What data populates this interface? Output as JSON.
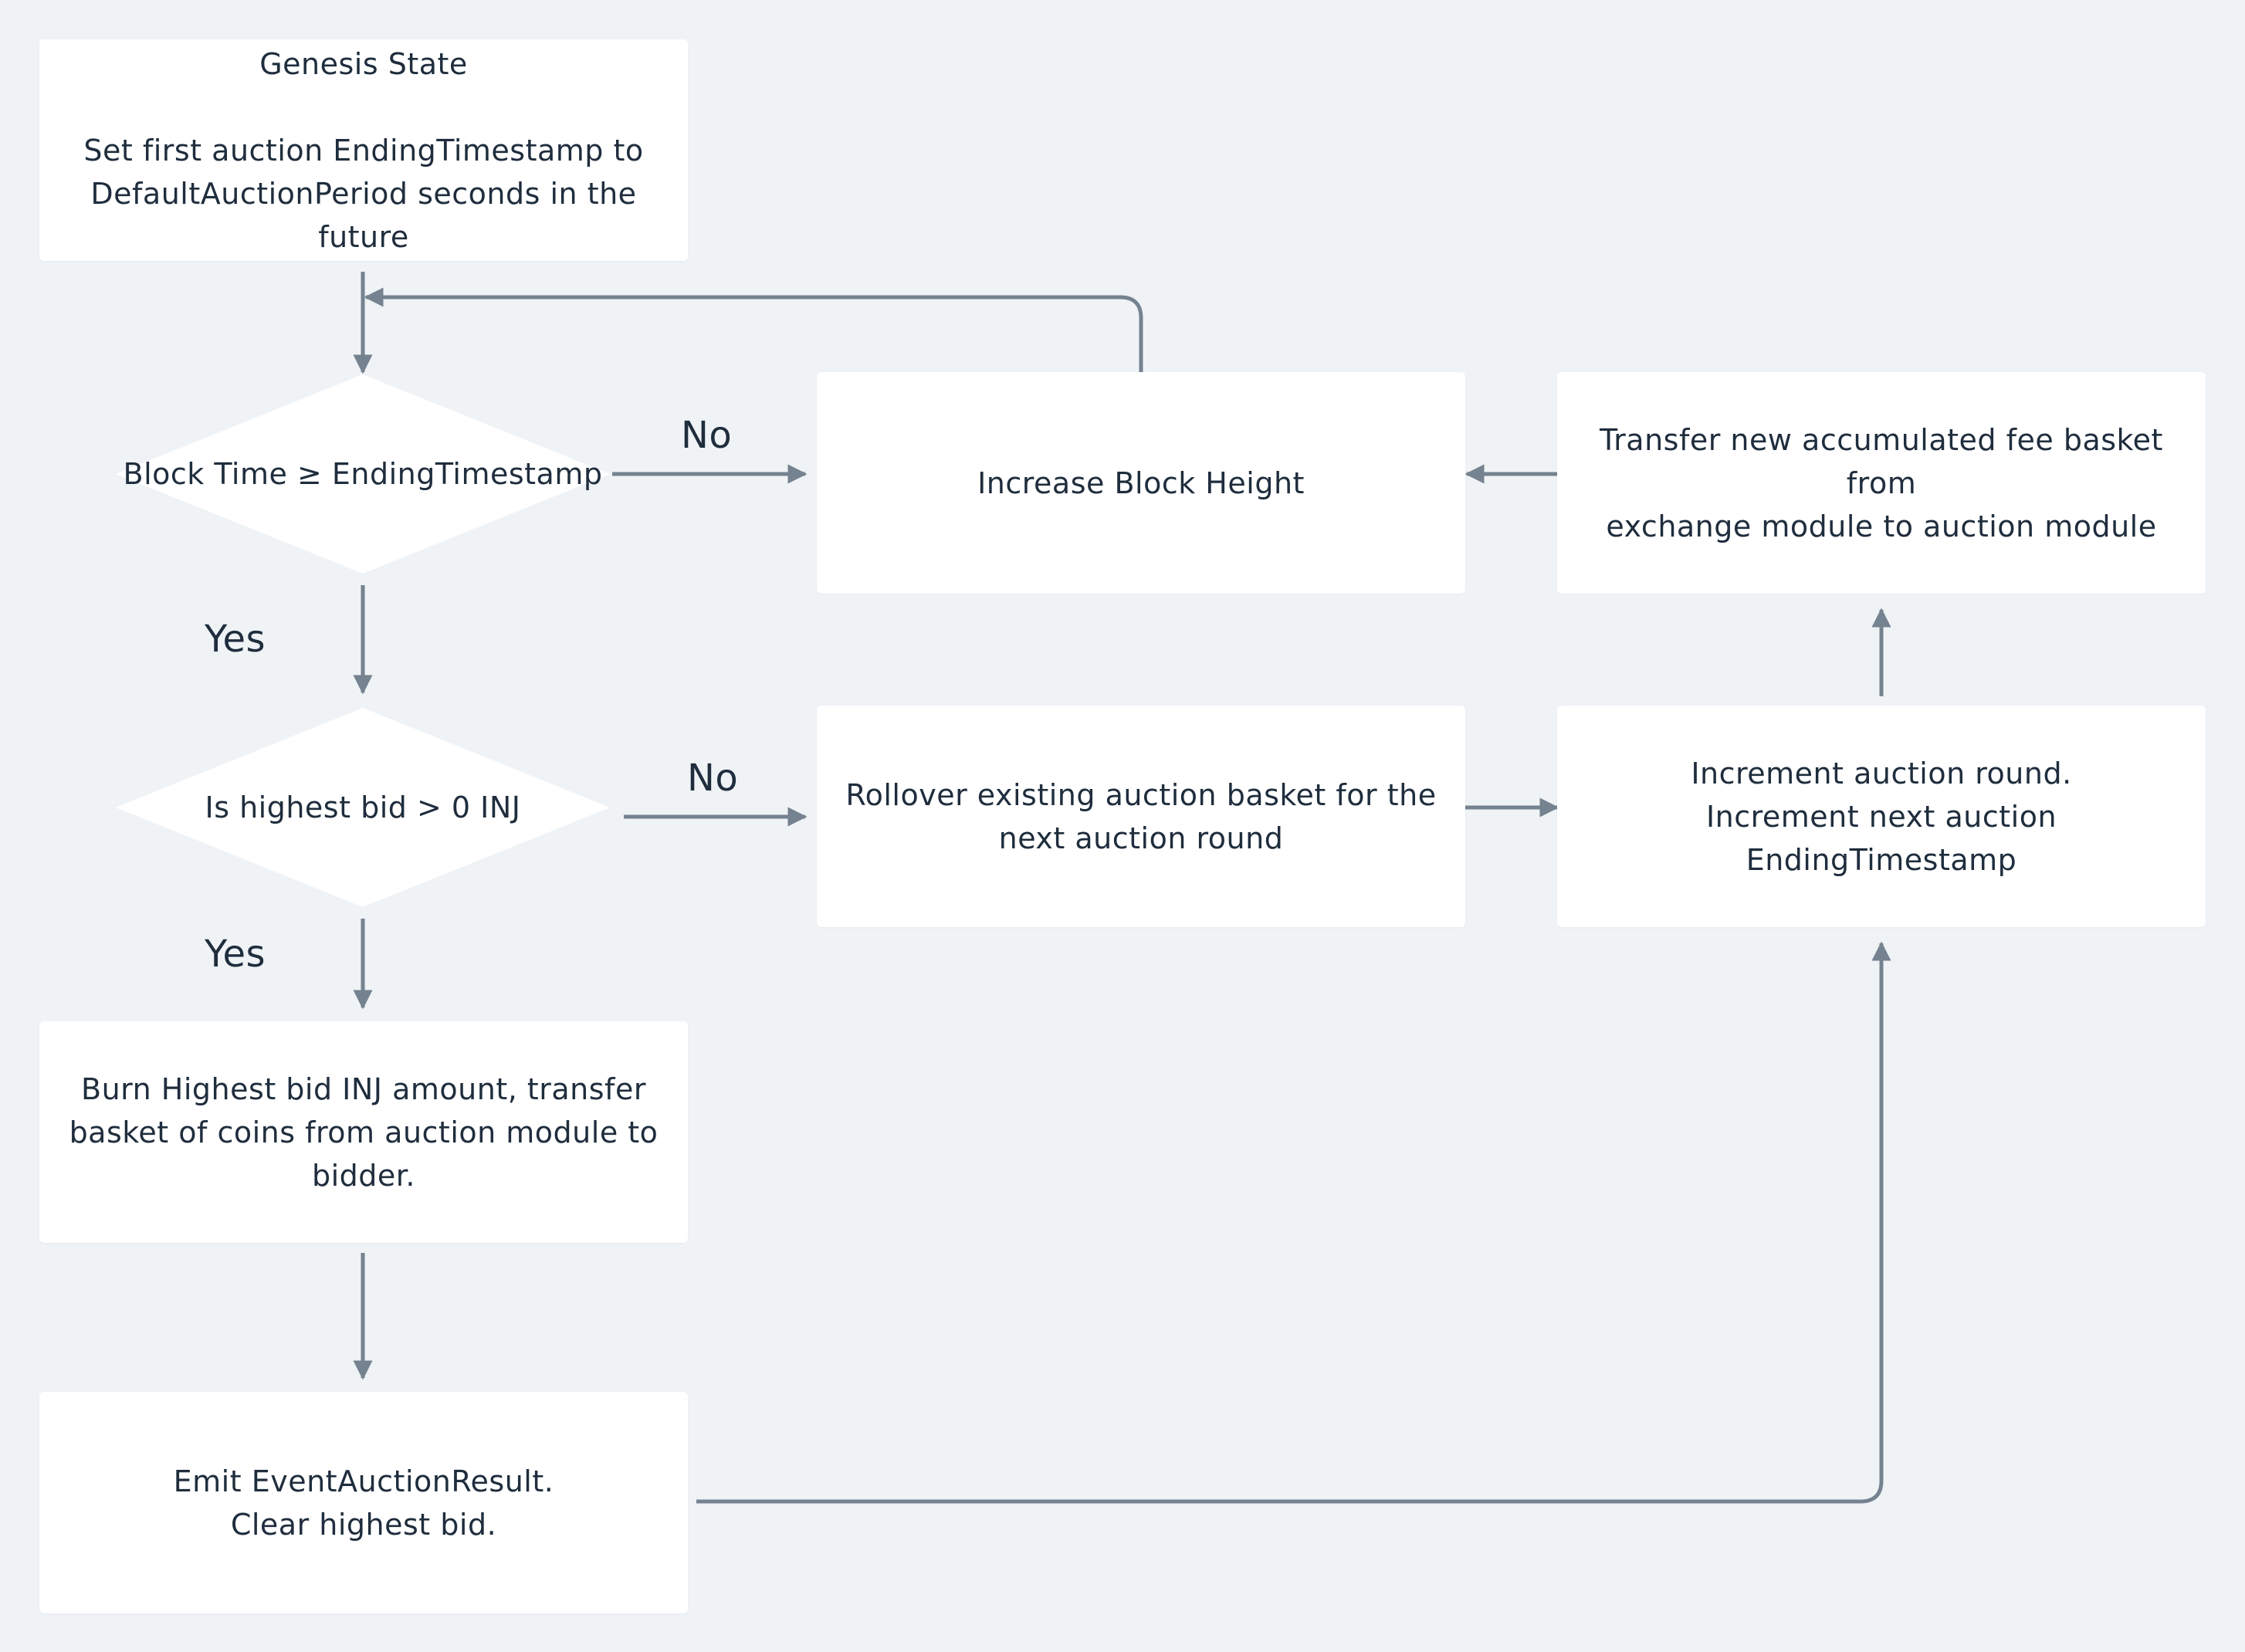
{
  "nodes": {
    "genesis": "Genesis State\n\nSet first auction EndingTimestamp to\nDefaultAuctionPeriod seconds in the future",
    "decision_time": "Block Time ≥ EndingTimestamp",
    "decision_bid": "Is highest bid > 0 INJ",
    "increase_height": "Increase Block Height",
    "transfer_fees": "Transfer new accumulated fee basket from\nexchange module to auction module",
    "rollover": "Rollover existing auction basket for the\nnext auction round",
    "increment_round": "Increment auction round.\nIncrement next auction EndingTimestamp",
    "burn": "Burn Highest bid INJ amount, transfer\nbasket of coins from auction module to\nbidder.",
    "emit": "Emit EventAuctionResult.\nClear highest bid."
  },
  "edge_labels": {
    "time_no": "No",
    "time_yes": "Yes",
    "bid_no": "No",
    "bid_yes": "Yes"
  },
  "colors": {
    "background": "#eff3f6",
    "node_fill": "#ffffff",
    "edge": "#75828f",
    "text": "#1f2d3d"
  }
}
